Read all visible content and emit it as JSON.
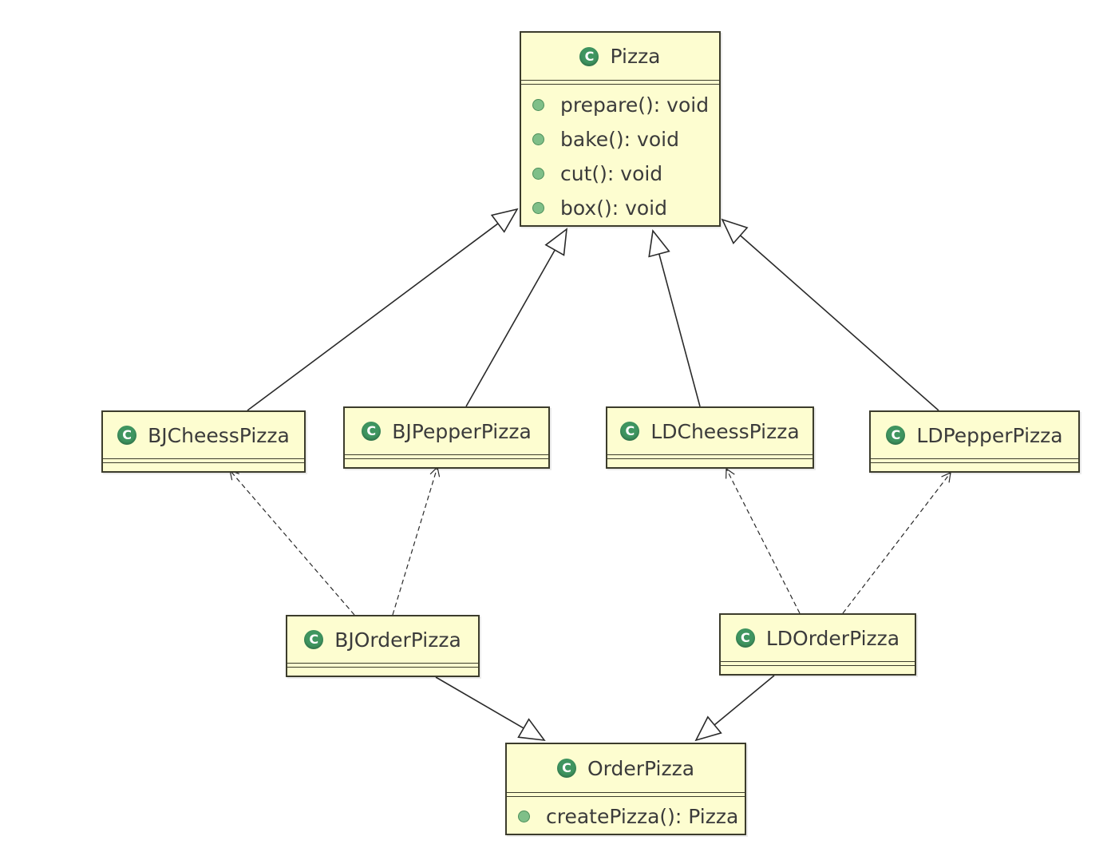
{
  "diagram": {
    "classes": [
      {
        "id": "pizza",
        "icon": "class-icon",
        "icon_glyph": "C",
        "name": "Pizza",
        "methods": [
          "prepare(): void",
          "bake(): void",
          "cut(): void",
          "box(): void"
        ]
      },
      {
        "id": "bj-cheess-pizza",
        "icon": "class-icon",
        "icon_glyph": "C",
        "name": "BJCheessPizza",
        "methods": []
      },
      {
        "id": "bj-pepper-pizza",
        "icon": "class-icon",
        "icon_glyph": "C",
        "name": "BJPepperPizza",
        "methods": []
      },
      {
        "id": "ld-cheess-pizza",
        "icon": "class-icon",
        "icon_glyph": "C",
        "name": "LDCheessPizza",
        "methods": []
      },
      {
        "id": "ld-pepper-pizza",
        "icon": "class-icon",
        "icon_glyph": "C",
        "name": "LDPepperPizza",
        "methods": []
      },
      {
        "id": "bj-order-pizza",
        "icon": "class-icon",
        "icon_glyph": "C",
        "name": "BJOrderPizza",
        "methods": []
      },
      {
        "id": "ld-order-pizza",
        "icon": "class-icon",
        "icon_glyph": "C",
        "name": "LDOrderPizza",
        "methods": []
      },
      {
        "id": "order-pizza",
        "icon": "class-icon",
        "icon_glyph": "C",
        "name": "OrderPizza",
        "methods": [
          "createPizza(): Pizza"
        ]
      }
    ],
    "relations": [
      {
        "type": "generalization",
        "from": "bj-cheess-pizza",
        "to": "pizza"
      },
      {
        "type": "generalization",
        "from": "bj-pepper-pizza",
        "to": "pizza"
      },
      {
        "type": "generalization",
        "from": "ld-cheess-pizza",
        "to": "pizza"
      },
      {
        "type": "generalization",
        "from": "ld-pepper-pizza",
        "to": "pizza"
      },
      {
        "type": "dependency",
        "from": "bj-order-pizza",
        "to": "bj-cheess-pizza"
      },
      {
        "type": "dependency",
        "from": "bj-order-pizza",
        "to": "bj-pepper-pizza"
      },
      {
        "type": "dependency",
        "from": "ld-order-pizza",
        "to": "ld-cheess-pizza"
      },
      {
        "type": "dependency",
        "from": "ld-order-pizza",
        "to": "ld-pepper-pizza"
      },
      {
        "type": "generalization",
        "from": "bj-order-pizza",
        "to": "order-pizza"
      },
      {
        "type": "generalization",
        "from": "ld-order-pizza",
        "to": "order-pizza"
      }
    ],
    "colors": {
      "class_fill": "#fdfdd0",
      "class_border": "#3c3c2c",
      "icon_fill": "#3f9560",
      "method_dot": "#7fbf88",
      "line": "#2a2a2a"
    }
  }
}
